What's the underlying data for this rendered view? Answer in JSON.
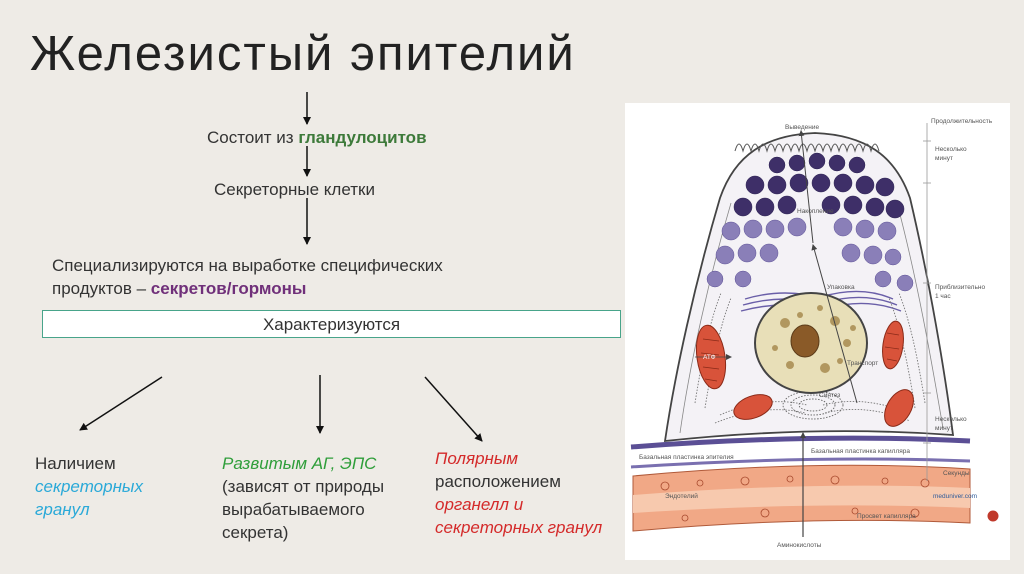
{
  "title": "Железистый эпителий",
  "line1": {
    "prefix": "Состоит из ",
    "highlight": "гландулоцитов"
  },
  "line2": "Секреторные клетки",
  "line3": {
    "row1": "Специализируются на выработке специфических",
    "row2_prefix": "продуктов – ",
    "row2_highlight": "секретов/гормоны"
  },
  "box_label": "Характеризуются",
  "branches": {
    "left": {
      "row1": "Наличием",
      "row2": "секреторных",
      "row3": "гранул"
    },
    "middle": {
      "row1": "Развитым АГ, ЭПС",
      "row2": "(зависят от природы",
      "row3": "вырабатываемого",
      "row4": "секрета)"
    },
    "right": {
      "row1": "Полярным",
      "row2": "расположением",
      "row3": "органелл и",
      "row4": "секреторных гранул"
    }
  },
  "figure": {
    "labels": {
      "vyvedenie": "Выведение",
      "nakoplenie": "Накопление",
      "upakovka": "Упаковка",
      "transport": "Транспорт",
      "sintez": "Синтез",
      "atf": "АТФ",
      "bazalnaya_epitelia": "Базальная пластинка эпителия",
      "bazalnaya_kapillyara": "Базальная пластинка капилляра",
      "endoteliy": "Эндотелий",
      "prosvet": "Просвет капилляра",
      "aminokisloty": "Аминокислоты",
      "watermark": "meduniver.com"
    },
    "timeline": {
      "header": "Продолжительность",
      "t1_row1": "Несколько",
      "t1_row2": "минут",
      "t2_row1": "Приблизительно",
      "t2_row2": "1 час",
      "t3_row1": "Несколько",
      "t3_row2": "минут",
      "t4": "Секунды"
    }
  },
  "colors": {
    "granule_dark": "#3e2f68",
    "granule_light": "#8a7fb8",
    "mitochondria": "#d8533a",
    "capillary": "#f1a886",
    "membrane": "#5b4f95",
    "box_border": "#48a48a"
  }
}
